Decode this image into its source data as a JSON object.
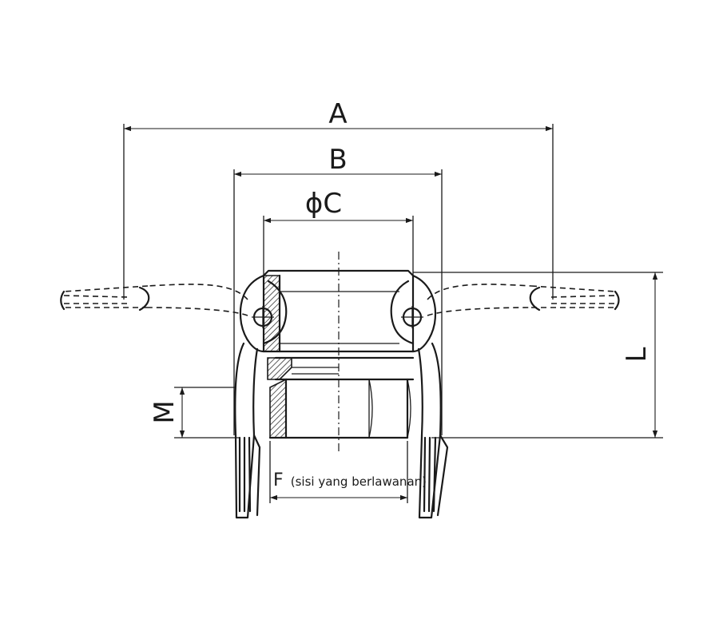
{
  "dimensions": {
    "a": "A",
    "b": "B",
    "c": "ϕC",
    "l": "L",
    "m": "M",
    "f": "F",
    "f_note": "(sisi yang berlawanan)"
  }
}
